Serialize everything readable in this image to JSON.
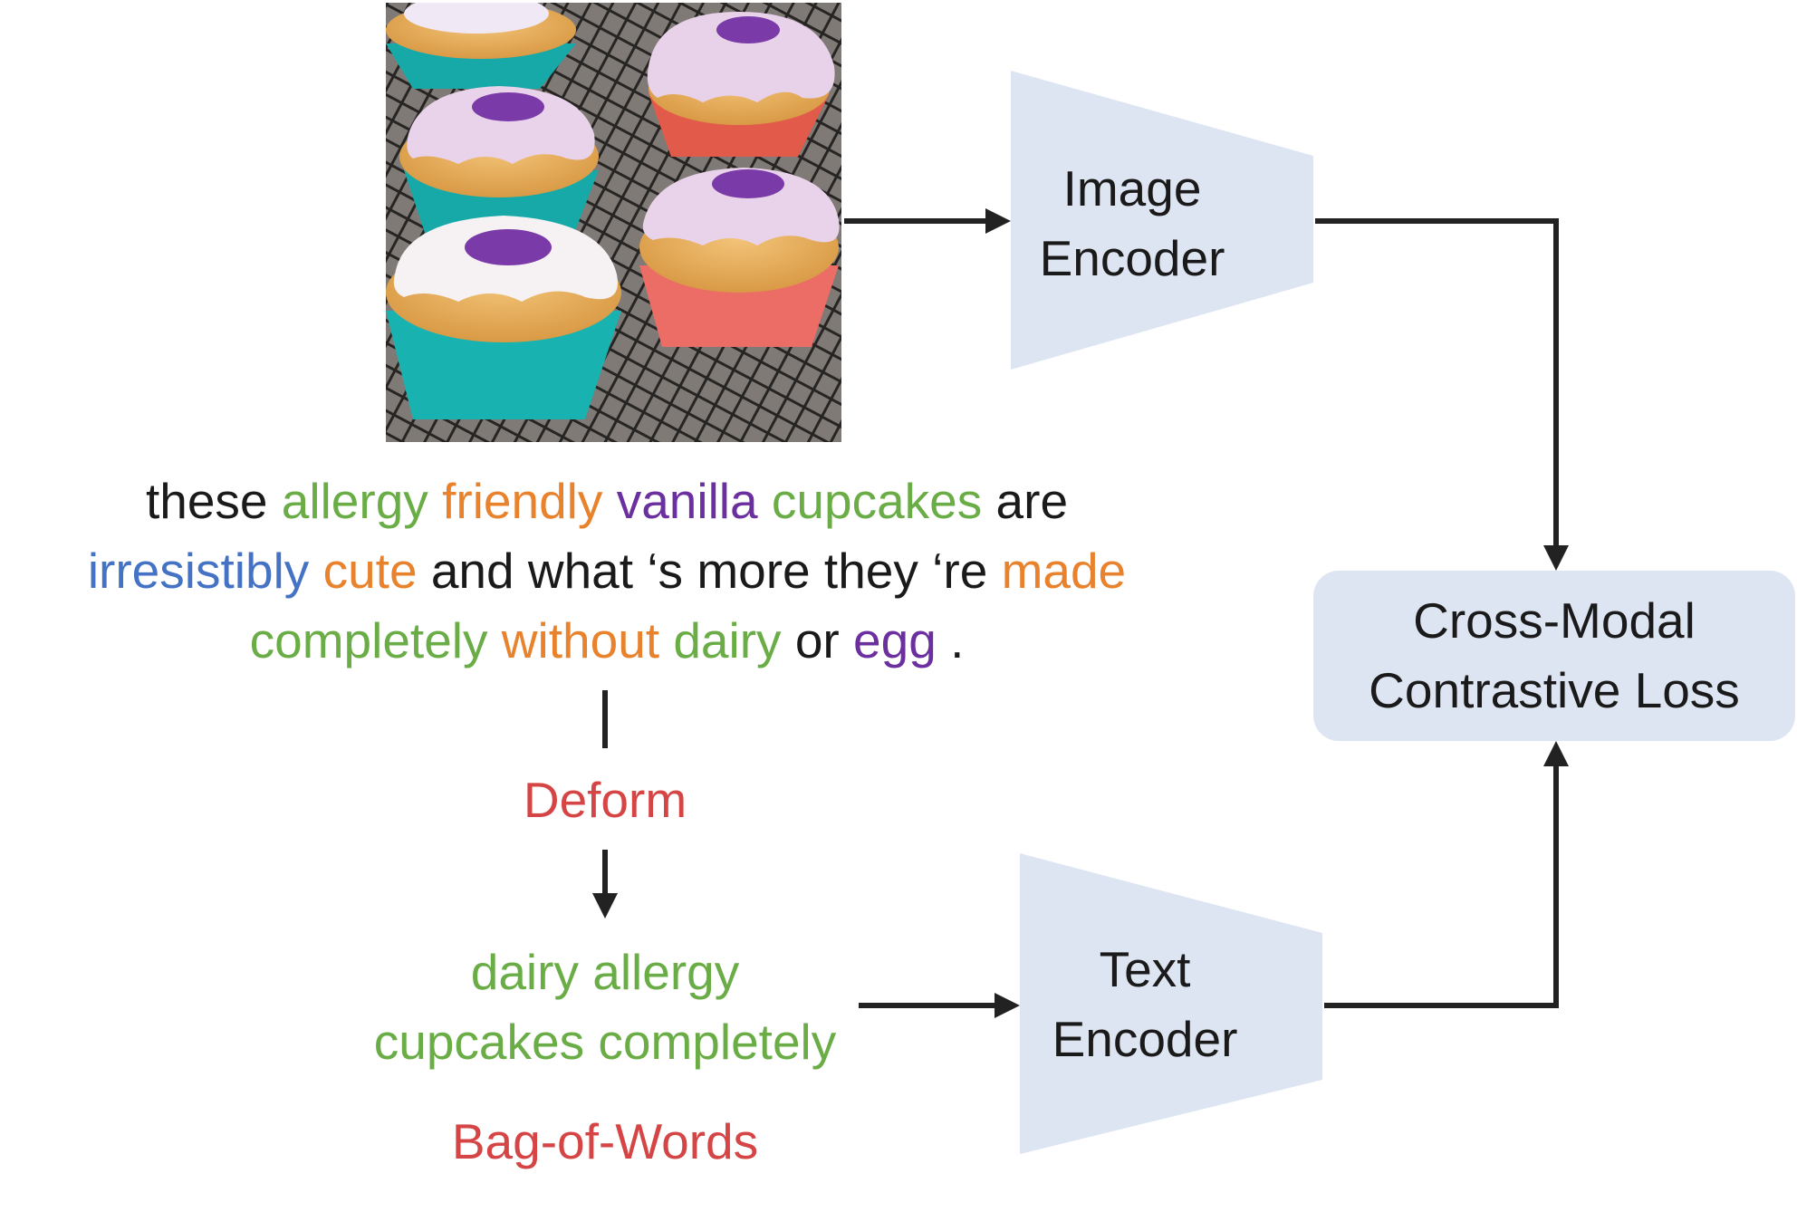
{
  "caption_segments": [
    {
      "text": "these ",
      "color": "#1a1a1a"
    },
    {
      "text": "allergy",
      "color": "#6aac45"
    },
    {
      "text": " ",
      "color": "#1a1a1a"
    },
    {
      "text": "friendly",
      "color": "#e8822c"
    },
    {
      "text": " ",
      "color": "#1a1a1a"
    },
    {
      "text": "vanilla",
      "color": "#6b2fa0"
    },
    {
      "text": " ",
      "color": "#1a1a1a"
    },
    {
      "text": "cupcakes",
      "color": "#6aac45"
    },
    {
      "text": " are",
      "color": "#1a1a1a"
    },
    {
      "br": true
    },
    {
      "text": "irresistibly",
      "color": "#4472c4"
    },
    {
      "text": " ",
      "color": "#1a1a1a"
    },
    {
      "text": "cute",
      "color": "#e8822c"
    },
    {
      "text": " and what ‘s more they ‘re ",
      "color": "#1a1a1a"
    },
    {
      "text": "made",
      "color": "#e8822c"
    },
    {
      "br": true
    },
    {
      "text": "completely",
      "color": "#6aac45"
    },
    {
      "text": " ",
      "color": "#1a1a1a"
    },
    {
      "text": "without",
      "color": "#e8822c"
    },
    {
      "text": " ",
      "color": "#1a1a1a"
    },
    {
      "text": "dairy",
      "color": "#6aac45"
    },
    {
      "text": " or ",
      "color": "#1a1a1a"
    },
    {
      "text": "egg",
      "color": "#6b2fa0"
    },
    {
      "text": " .",
      "color": "#1a1a1a"
    }
  ],
  "deform_label": "Deform",
  "bow_line1": "dairy allergy",
  "bow_line2": "cupcakes completely",
  "bow_label": "Bag-of-Words",
  "image_encoder": {
    "line1": "Image",
    "line2": "Encoder"
  },
  "text_encoder": {
    "line1": "Text",
    "line2": "Encoder"
  },
  "loss": {
    "line1": "Cross-Modal",
    "line2": "Contrastive Loss"
  },
  "colors": {
    "accent_red": "#d64545",
    "green": "#6aac45",
    "encoder_fill": "#dde5f2",
    "arrow": "#222222"
  }
}
